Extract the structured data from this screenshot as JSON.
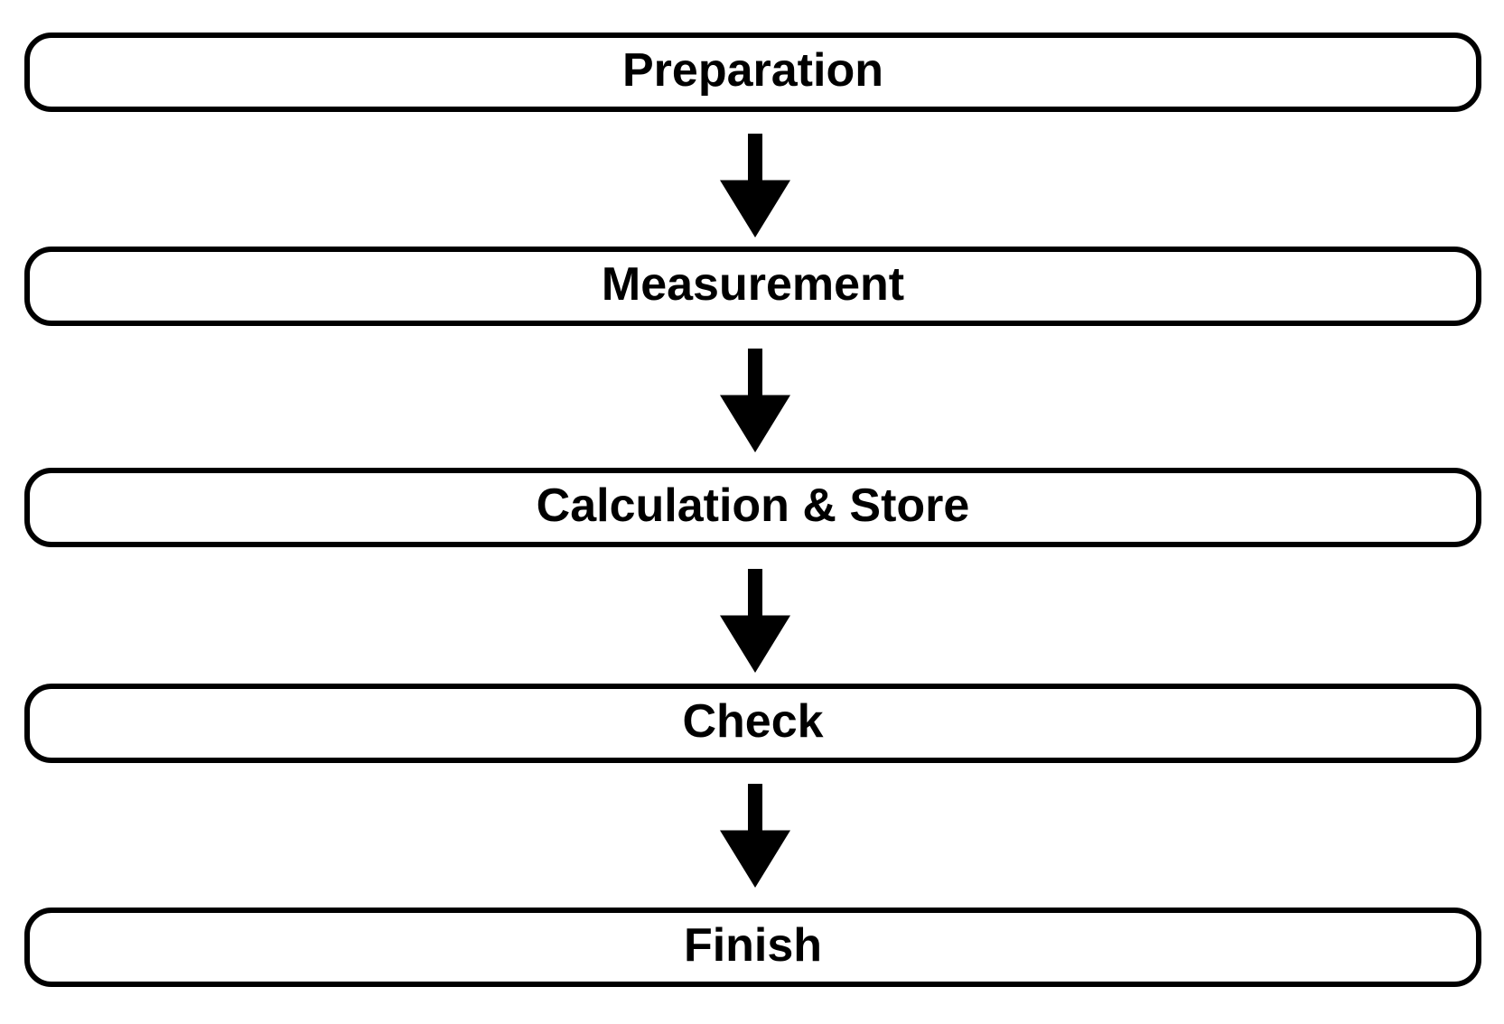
{
  "diagram": {
    "title": "process-flowchart",
    "steps": [
      {
        "label": "Preparation"
      },
      {
        "label": "Measurement"
      },
      {
        "label": "Calculation & Store"
      },
      {
        "label": "Check"
      },
      {
        "label": "Finish"
      }
    ],
    "connectors": [
      {
        "from": "Preparation",
        "to": "Measurement",
        "shape": "down-arrow"
      },
      {
        "from": "Measurement",
        "to": "Calculation & Store",
        "shape": "down-arrow"
      },
      {
        "from": "Calculation & Store",
        "to": "Check",
        "shape": "down-arrow"
      },
      {
        "from": "Check",
        "to": "Finish",
        "shape": "down-arrow"
      }
    ],
    "colors": {
      "background": "#ffffff",
      "line": "#000000",
      "text": "#000000"
    }
  }
}
